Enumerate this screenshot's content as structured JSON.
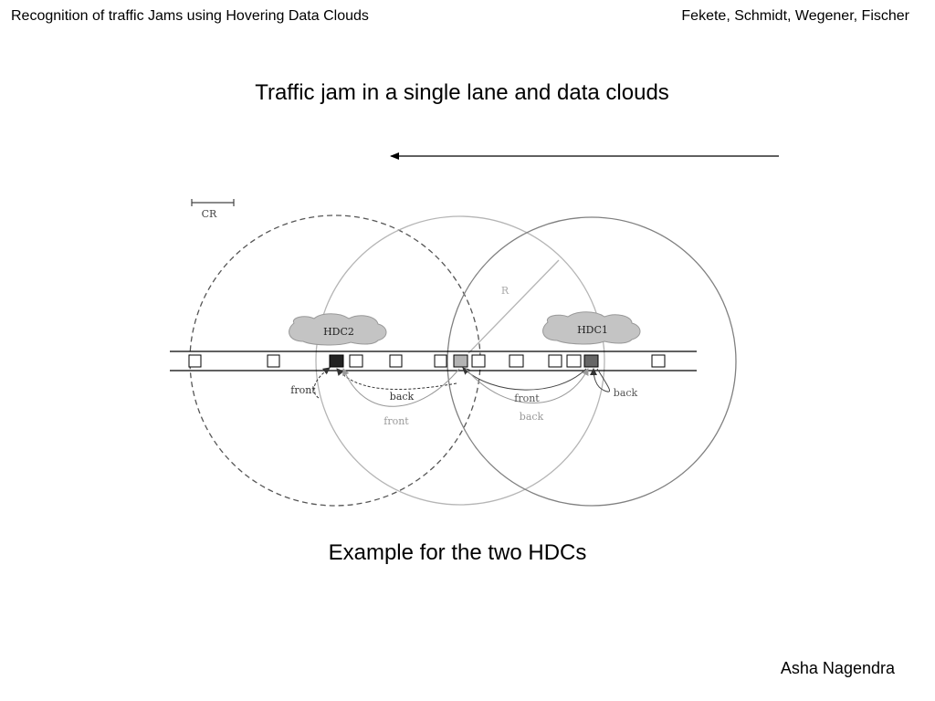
{
  "header": {
    "left": "Recognition of traffic Jams using Hovering Data Clouds",
    "right": "Fekete, Schmidt, Wegener, Fischer"
  },
  "slide": {
    "title": "Traffic jam in a single lane and data clouds",
    "caption": "Example for the two HDCs",
    "author": "Asha Nagendra"
  },
  "diagram": {
    "scale_label": "CR",
    "radius_label": "R",
    "clouds": [
      {
        "label": "HDC2"
      },
      {
        "label": "HDC1"
      }
    ],
    "arrow_labels": {
      "hdc2_front_near": "front",
      "hdc2_back": "back",
      "hdc2_front_far": "front",
      "hdc1_front": "front",
      "hdc1_back_far": "back",
      "hdc1_back_near": "back"
    }
  },
  "colors": {
    "dark_car": "#222222",
    "mid_car": "#b3b3b3",
    "hdc1_car": "#666666",
    "cloud_fill": "#c4c4c4",
    "light_circle": "#b5b5b5",
    "dark_circle": "#808080",
    "dashed_circle": "#555555"
  }
}
